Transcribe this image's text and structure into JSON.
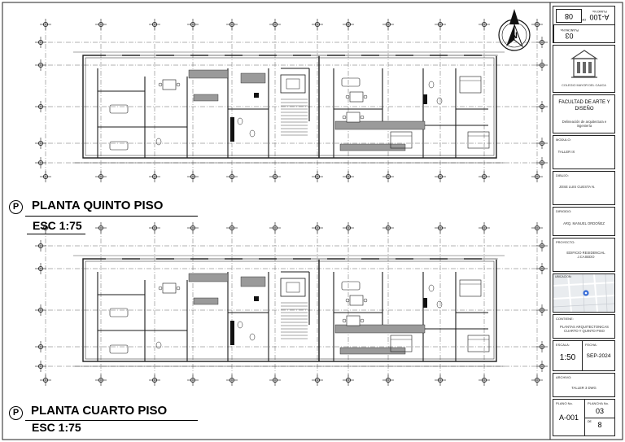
{
  "plans": {
    "top": {
      "marker": "P",
      "title": "PLANTA QUINTO PISO",
      "scale": "ESC 1:75"
    },
    "bottom": {
      "marker": "P",
      "title": "PLANTA CUARTO PISO",
      "scale": "ESC 1:75"
    }
  },
  "title_block": {
    "head": {
      "sheets_num": "08",
      "de_label": "DE",
      "plancha": "03",
      "plancha_label": "PLANCHA No.",
      "plano": "A-100",
      "plano_label": "PLANO No."
    },
    "institution": "COLEGIO MAYOR DEL CAUCA",
    "faculty": "FACULTAD DE ARTE Y DISEÑO",
    "program": "Delineación de arquitectura e ingeniería",
    "modulo_label": "MODULO:",
    "modulo": "TALLER IX",
    "dibujo_label": "DIBUJO:",
    "dibujo": "JOSE LUIS CUESTA N.",
    "dirigido_label": "DIRIGIDO:",
    "dirigido": "ARQ. MANUEL ORDOÑEZ",
    "proyecto_label": "PROYECTO:",
    "proyecto": "EDIFICIO RESIDENCIAL J.CASEDO",
    "ubicacion_label": "UBICACION:",
    "contiene_label": "CONTIENE:",
    "contiene": "PLANTAS ARQUITECTONICAS CUARTO Y QUINTO PISO",
    "escala_label": "ESCALA:",
    "escala": "1:50",
    "fecha_label": "FECHA:",
    "fecha": "SEP-2024",
    "archivo_label": "ARCHIVO:",
    "archivo": "TALLER 3 DWG",
    "plano_label": "PLANO No.",
    "plano": "A-001",
    "plancha_label": "PLANCHA No.",
    "plancha": "03",
    "de_label": "DE",
    "total": "8"
  },
  "colors": {
    "line": "#1a1a1a",
    "hatch": "#9a9a9a",
    "map_pin": "#3b6fd8"
  },
  "icons": [
    "north-arrow-icon",
    "building-logo-icon",
    "map-pin-icon"
  ]
}
